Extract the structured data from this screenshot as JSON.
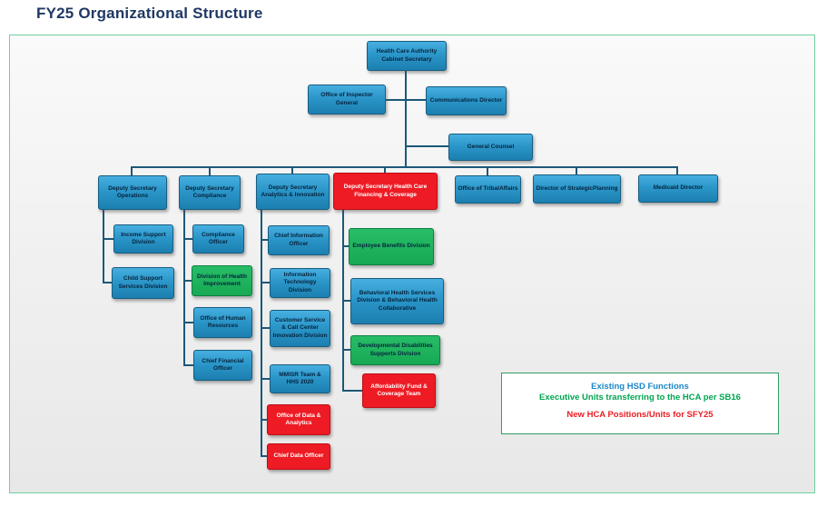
{
  "title": "FY25 Organizational Structure",
  "colors": {
    "blue_box": "#2b96c9",
    "green_box": "#1cb35c",
    "red_box": "#ee1b24",
    "connector": "#1c5878",
    "canvas_border": "#6fcf9e",
    "legend_blue_text": "#1b87c9",
    "legend_green_text": "#00a551",
    "legend_red_text": "#ec1c24",
    "title_text": "#1f3864"
  },
  "nodes": {
    "cabinet_secretary": {
      "label": "Health Care Authority Cabinet Secretary",
      "type": "blue"
    },
    "inspector_general": {
      "label": "Office of Inspector General",
      "type": "blue"
    },
    "communications_director": {
      "label": "Communications Director",
      "type": "blue"
    },
    "general_counsel": {
      "label": "General Counsel",
      "type": "blue"
    },
    "deputy_operations": {
      "label": "Deputy Secretary Operations",
      "type": "blue"
    },
    "deputy_compliance": {
      "label": "Deputy Secretary Compliance",
      "type": "blue"
    },
    "deputy_analytics": {
      "label": "Deputy Secretary Analytics & Innovation",
      "type": "blue"
    },
    "deputy_hc_financing": {
      "label": "Deputy Secretary Health Care Financing & Coverage",
      "type": "red"
    },
    "tribal_affairs": {
      "label": "Office of TribalAffairs",
      "type": "blue"
    },
    "strategic_planning": {
      "label": "Director of StrategicPlanning",
      "type": "blue"
    },
    "medicaid_director": {
      "label": "Medicaid Director",
      "type": "blue"
    },
    "income_support": {
      "label": "Income Support Division",
      "type": "blue"
    },
    "child_support": {
      "label": "Child Support Services Division",
      "type": "blue"
    },
    "compliance_officer": {
      "label": "Compliance Officer",
      "type": "blue"
    },
    "health_improvement": {
      "label": "Division of Health Improvement",
      "type": "green"
    },
    "human_resources": {
      "label": "Office of Human Resources",
      "type": "blue"
    },
    "chief_financial_officer": {
      "label": "Chief Financial Officer",
      "type": "blue"
    },
    "chief_information_officer": {
      "label": "Chief Information Officer",
      "type": "blue"
    },
    "information_technology": {
      "label": "Information Technology Division",
      "type": "blue"
    },
    "customer_service": {
      "label": "Customer Service & Call Center Innovation Division",
      "type": "blue"
    },
    "mmisr_team": {
      "label": "MMISR Team & HHS 2020",
      "type": "blue"
    },
    "office_of_data": {
      "label": "Office of Data & Analytics",
      "type": "red"
    },
    "chief_data_officer": {
      "label": "Chief Data Officer",
      "type": "red"
    },
    "employee_benefits": {
      "label": "Employee Benefits Division",
      "type": "green"
    },
    "behavioral_health": {
      "label": "Behavioral Health Services Division & Behavioral Health Collaborative",
      "type": "blue"
    },
    "developmental_disabilities": {
      "label": "Developmental Disabilities Supports Division",
      "type": "green"
    },
    "affordability_fund": {
      "label": "Affordability Fund & Coverage Team",
      "type": "red"
    }
  },
  "legend": {
    "items": [
      {
        "label": "Existing HSD Functions",
        "color": "#1b87c9"
      },
      {
        "label": "Executive Units transferring to the HCA per SB16",
        "color": "#00a551"
      },
      {
        "label": "New HCA Positions/Units for SFY25",
        "color": "#ec1c24"
      }
    ]
  }
}
